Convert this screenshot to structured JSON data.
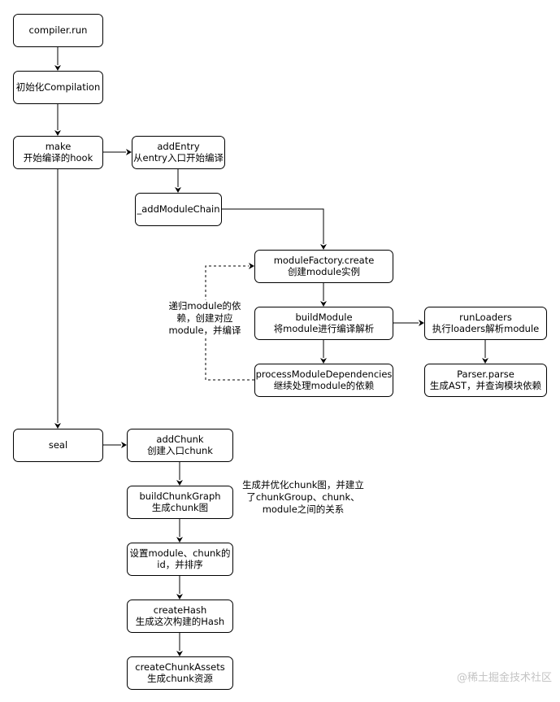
{
  "nodes": [
    {
      "id": "compiler-run",
      "lines": [
        "compiler.run"
      ]
    },
    {
      "id": "init-compilation",
      "lines": [
        "初始化Compilation"
      ]
    },
    {
      "id": "make",
      "lines": [
        "make",
        "开始编译的hook"
      ]
    },
    {
      "id": "add-entry",
      "lines": [
        "addEntry",
        "从entry入口开始编译"
      ]
    },
    {
      "id": "add-module-chain",
      "lines": [
        "_addModuleChain"
      ]
    },
    {
      "id": "module-factory-create",
      "lines": [
        "moduleFactory.create",
        "创建module实例"
      ]
    },
    {
      "id": "build-module",
      "lines": [
        "buildModule",
        "将module进行编译解析"
      ]
    },
    {
      "id": "run-loaders",
      "lines": [
        "runLoaders",
        "执行loaders解析module"
      ]
    },
    {
      "id": "process-module-dependencies",
      "lines": [
        "processModuleDependencies",
        "继续处理module的依赖"
      ]
    },
    {
      "id": "parser-parse",
      "lines": [
        "Parser.parse",
        "生成AST，并查询模块依赖"
      ]
    },
    {
      "id": "seal",
      "lines": [
        "seal"
      ]
    },
    {
      "id": "add-chunk",
      "lines": [
        "addChunk",
        "创建入口chunk"
      ]
    },
    {
      "id": "build-chunk-graph",
      "lines": [
        "buildChunkGraph",
        "生成chunk图"
      ]
    },
    {
      "id": "set-ids",
      "lines": [
        "设置module、chunk的",
        "id，并排序"
      ]
    },
    {
      "id": "create-hash",
      "lines": [
        "createHash",
        "生成这次构建的Hash"
      ]
    },
    {
      "id": "create-chunk-assets",
      "lines": [
        "createChunkAssets",
        "生成chunk资源"
      ]
    }
  ],
  "notes": [
    {
      "id": "recursive-note",
      "lines": [
        "递归module的依",
        "赖，创建对应",
        "module，并编译"
      ]
    },
    {
      "id": "chunk-graph-note",
      "lines": [
        "生成并优化chunk图，并建立",
        "了chunkGroup、chunk、",
        "module之间的关系"
      ]
    }
  ],
  "edges": [
    {
      "from": "compiler-run",
      "to": "init-compilation",
      "style": "solid"
    },
    {
      "from": "init-compilation",
      "to": "make",
      "style": "solid"
    },
    {
      "from": "make",
      "to": "add-entry",
      "style": "solid"
    },
    {
      "from": "add-entry",
      "to": "add-module-chain",
      "style": "solid"
    },
    {
      "from": "add-module-chain",
      "to": "module-factory-create",
      "style": "solid"
    },
    {
      "from": "module-factory-create",
      "to": "build-module",
      "style": "solid"
    },
    {
      "from": "build-module",
      "to": "run-loaders",
      "style": "solid"
    },
    {
      "from": "run-loaders",
      "to": "parser-parse",
      "style": "solid"
    },
    {
      "from": "build-module",
      "to": "process-module-dependencies",
      "style": "solid"
    },
    {
      "from": "process-module-dependencies",
      "to": "module-factory-create",
      "style": "dashed"
    },
    {
      "from": "make",
      "to": "seal",
      "style": "solid"
    },
    {
      "from": "seal",
      "to": "add-chunk",
      "style": "solid"
    },
    {
      "from": "add-chunk",
      "to": "build-chunk-graph",
      "style": "solid"
    },
    {
      "from": "build-chunk-graph",
      "to": "set-ids",
      "style": "solid"
    },
    {
      "from": "set-ids",
      "to": "create-hash",
      "style": "solid"
    },
    {
      "from": "create-hash",
      "to": "create-chunk-assets",
      "style": "solid"
    }
  ],
  "watermark": "@稀土掘金技术社区"
}
